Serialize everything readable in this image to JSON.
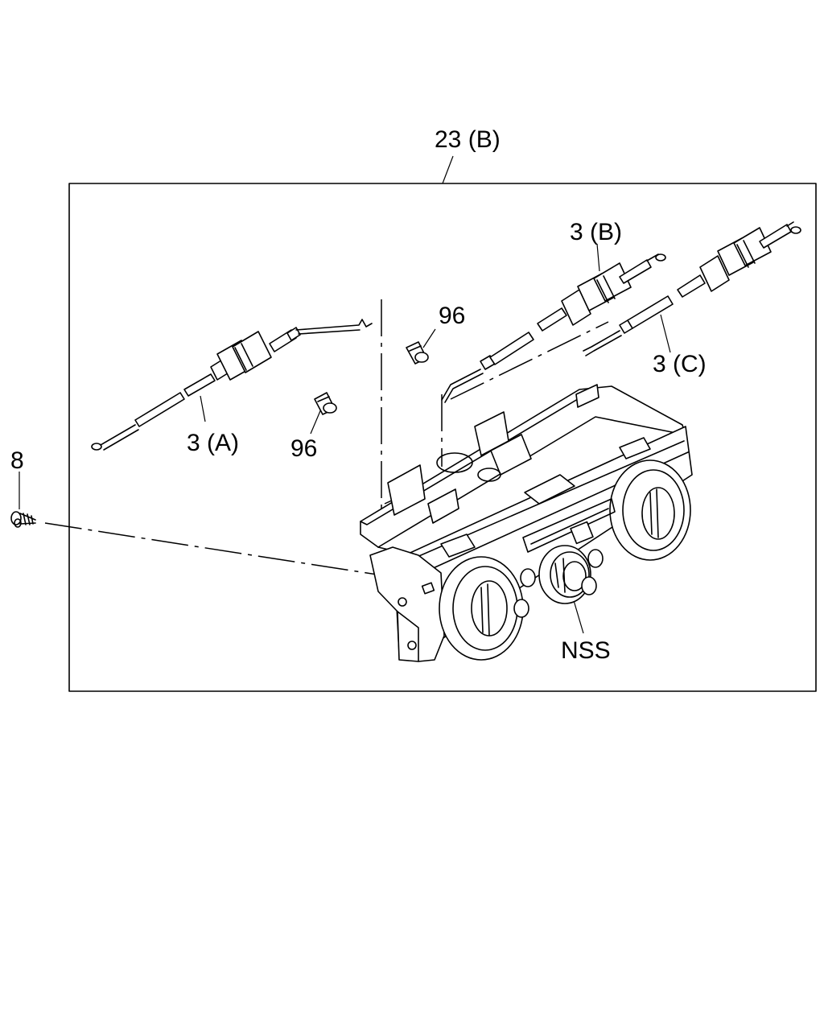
{
  "callouts": {
    "assembly": "23 (B)",
    "cable_a": "3 (A)",
    "cable_b": "3 (B)",
    "cable_c": "3 (C)",
    "knob_upper": "96",
    "knob_lower": "96",
    "screw": "8",
    "nss": "NSS"
  }
}
